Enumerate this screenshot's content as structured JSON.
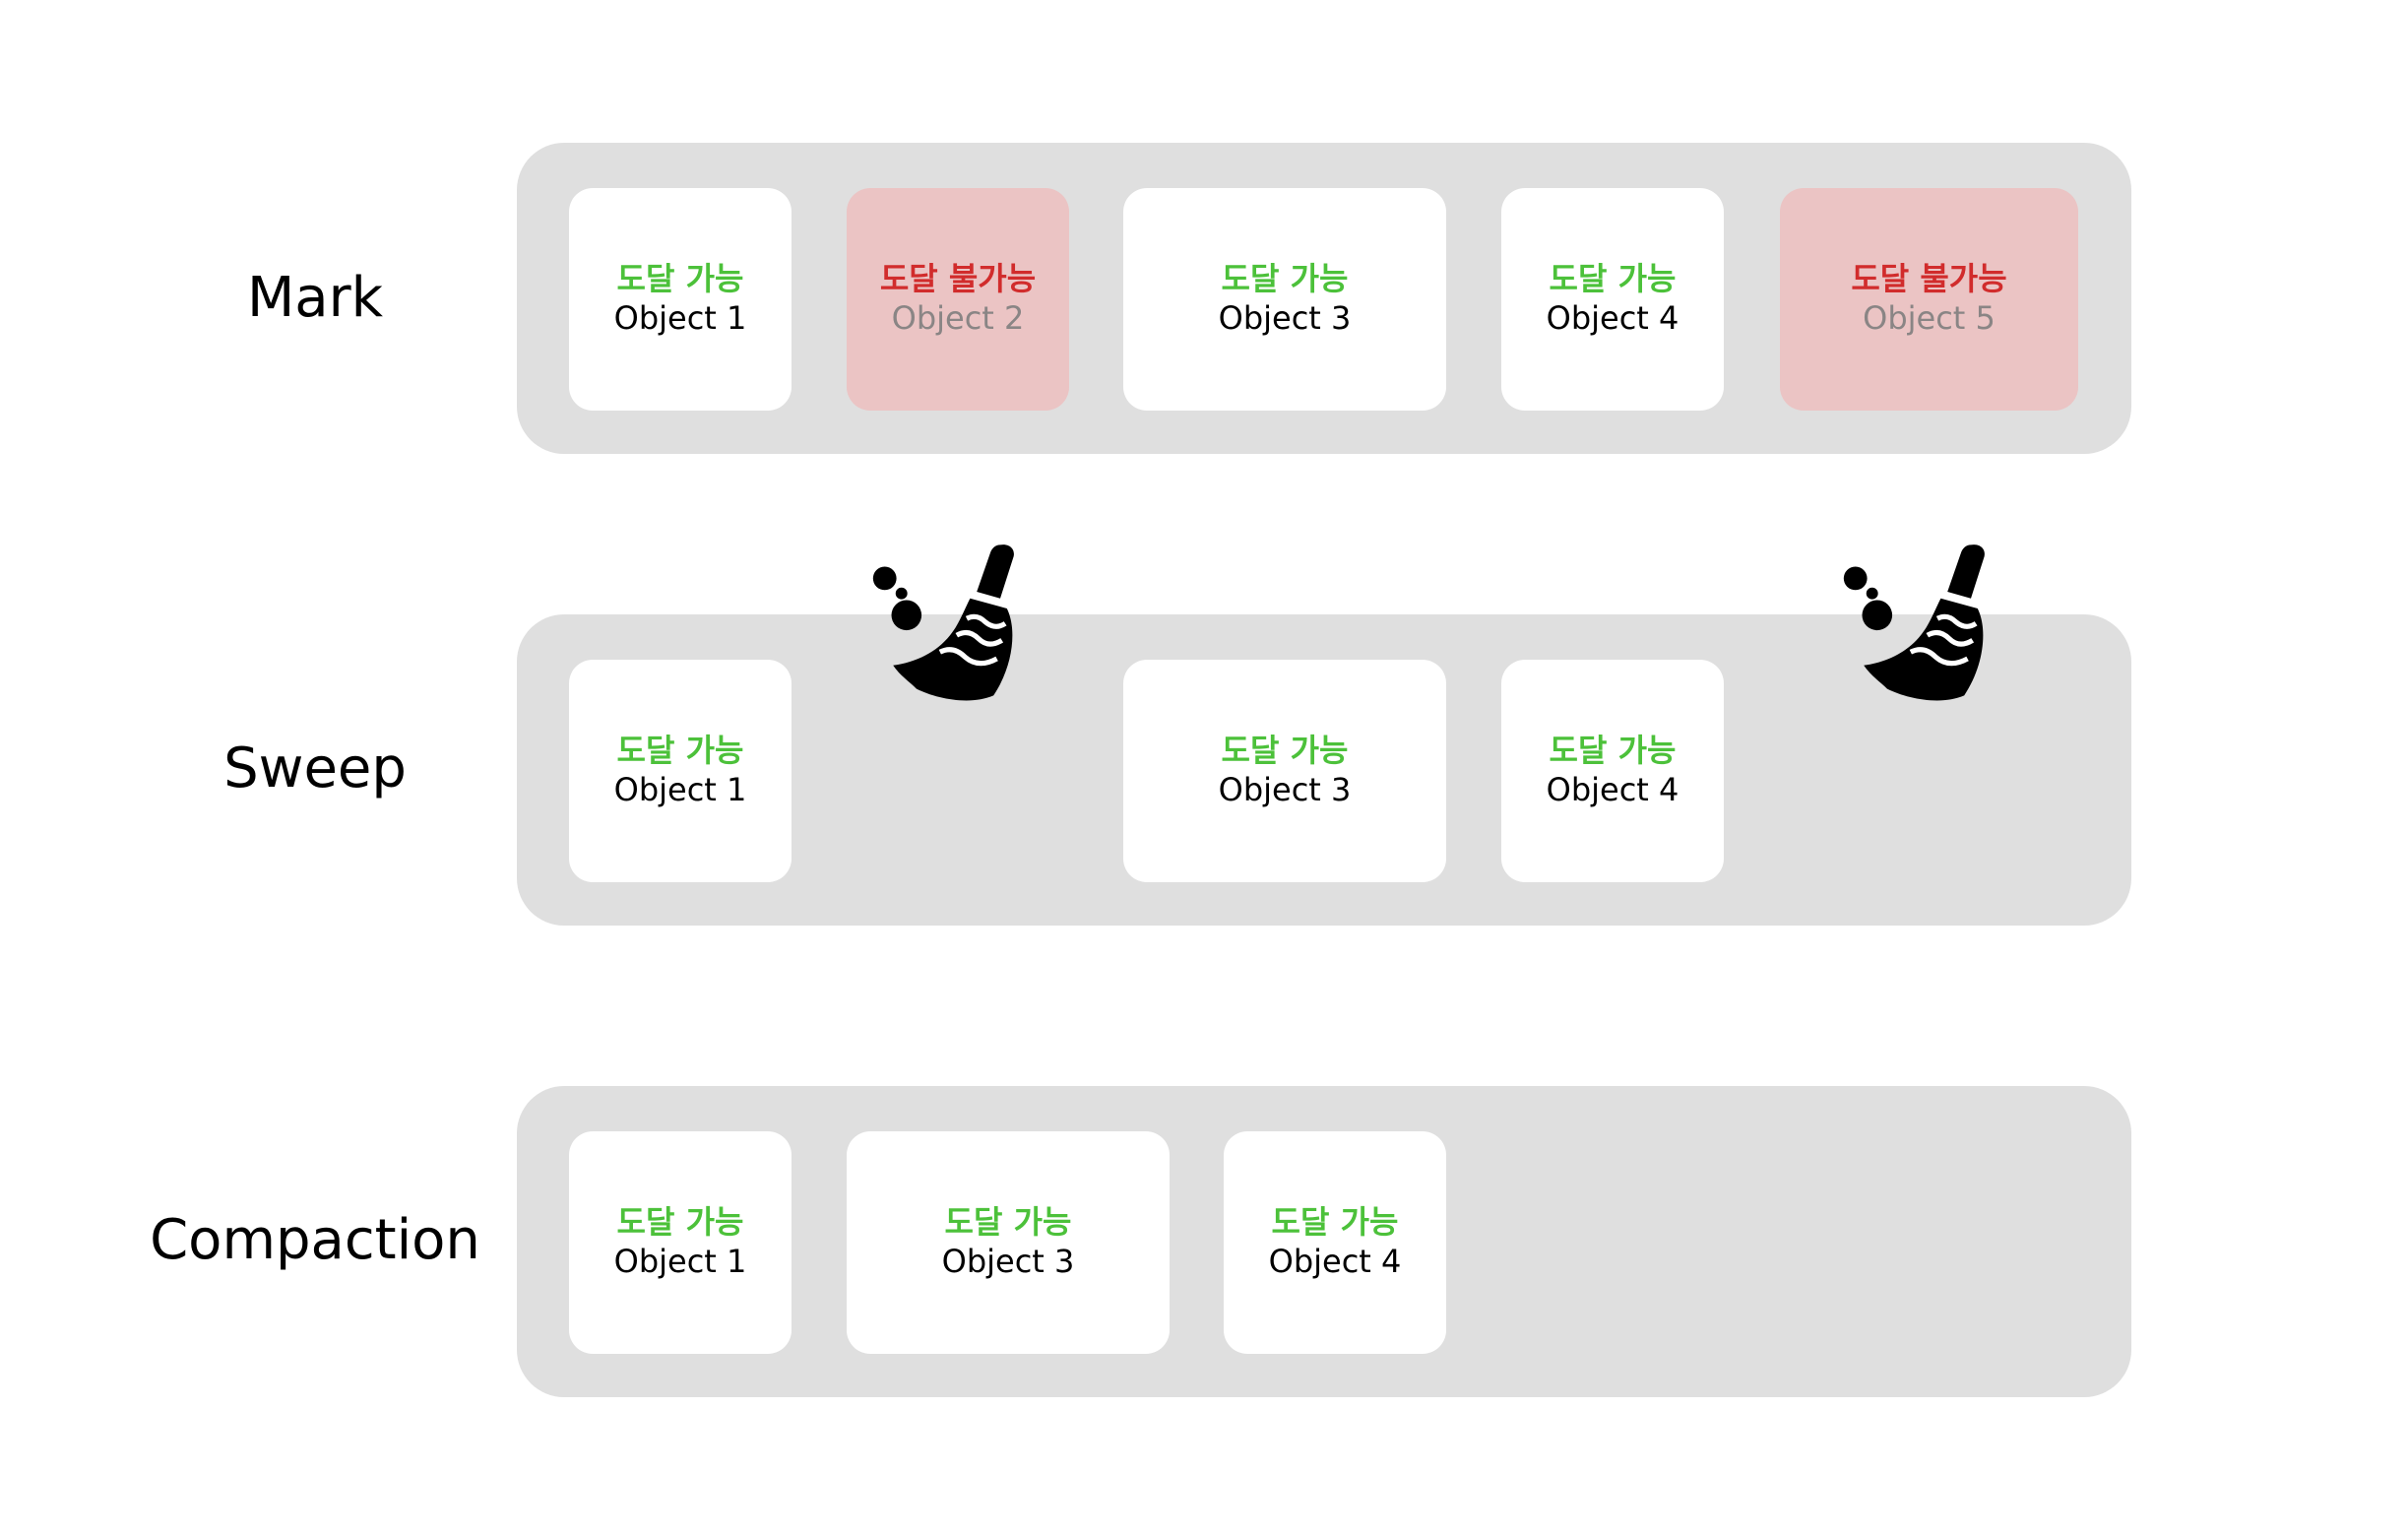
{
  "stages": {
    "mark": {
      "label": "Mark",
      "objects": [
        {
          "status": "도달 가능",
          "name": "Object 1",
          "reachable": true
        },
        {
          "status": "도달 불가능",
          "name": "Object 2",
          "reachable": false
        },
        {
          "status": "도달 가능",
          "name": "Object 3",
          "reachable": true
        },
        {
          "status": "도달 가능",
          "name": "Object 4",
          "reachable": true
        },
        {
          "status": "도달 불가능",
          "name": "Object 5",
          "reachable": false
        }
      ]
    },
    "sweep": {
      "label": "Sweep",
      "objects": [
        {
          "status": "도달 가능",
          "name": "Object 1",
          "reachable": true
        },
        {
          "status": "도달 가능",
          "name": "Object 3",
          "reachable": true
        },
        {
          "status": "도달 가능",
          "name": "Object 4",
          "reachable": true
        }
      ],
      "icons": [
        "broom-icon",
        "broom-icon"
      ]
    },
    "compaction": {
      "label": "Compaction",
      "objects": [
        {
          "status": "도달 가능",
          "name": "Object 1",
          "reachable": true
        },
        {
          "status": "도달 가능",
          "name": "Object 3",
          "reachable": true
        },
        {
          "status": "도달 가능",
          "name": "Object 4",
          "reachable": true
        }
      ]
    }
  },
  "colors": {
    "reachable_text": "#4cc13a",
    "unreachable_text": "#d12c2c",
    "unreachable_fill": "#ebc4c4",
    "lane_fill": "#dfdfdf",
    "object_fill": "#ffffff"
  }
}
